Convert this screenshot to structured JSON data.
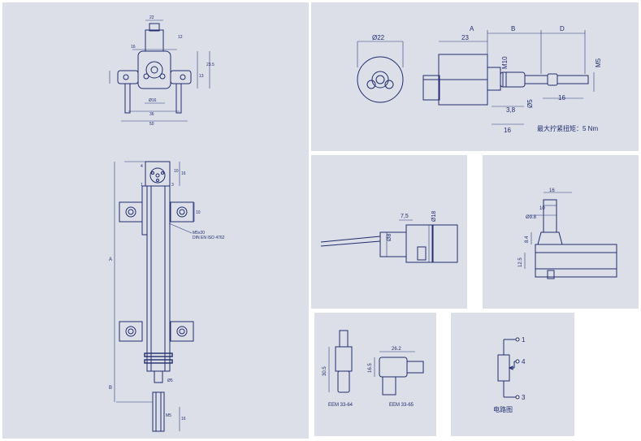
{
  "panel_main": {
    "dims_top": [
      "22",
      "16",
      "12",
      "23.5",
      "13",
      "Ø16",
      "36",
      "50"
    ],
    "dims_side": [
      "4",
      "1",
      "3",
      "10",
      "16",
      "10",
      "A",
      "B",
      "Ø5",
      "M5",
      "16"
    ],
    "note_line1": "M5x20",
    "note_line2": "DIN EN ISO 4762"
  },
  "panel_dim": {
    "labels_top": [
      "A",
      "B",
      "D"
    ],
    "dia22": "Ø22",
    "len23": "23",
    "m10": "M10",
    "m5": "M5",
    "d5": "Ø5",
    "d38": "3,8",
    "d16a": "16",
    "d16b": "16",
    "torque": "最大拧紧扭矩：5 Nm"
  },
  "panel_cable": {
    "d75": "7,5",
    "d18": "Ø18",
    "d8": "Ø8"
  },
  "panel_side": {
    "d16": "16",
    "d10": "10",
    "d98": "Ø9.8",
    "d84": "8.4",
    "d125": "12.5"
  },
  "panel_connector": {
    "d305": "30.5",
    "d262": "26.2",
    "d165": "16.5",
    "label_a": "EEM 33-64",
    "label_b": "EEM 33-65"
  },
  "panel_circuit": {
    "pin1": "1",
    "pin4": "4",
    "pin3": "3",
    "caption": "电路图"
  }
}
